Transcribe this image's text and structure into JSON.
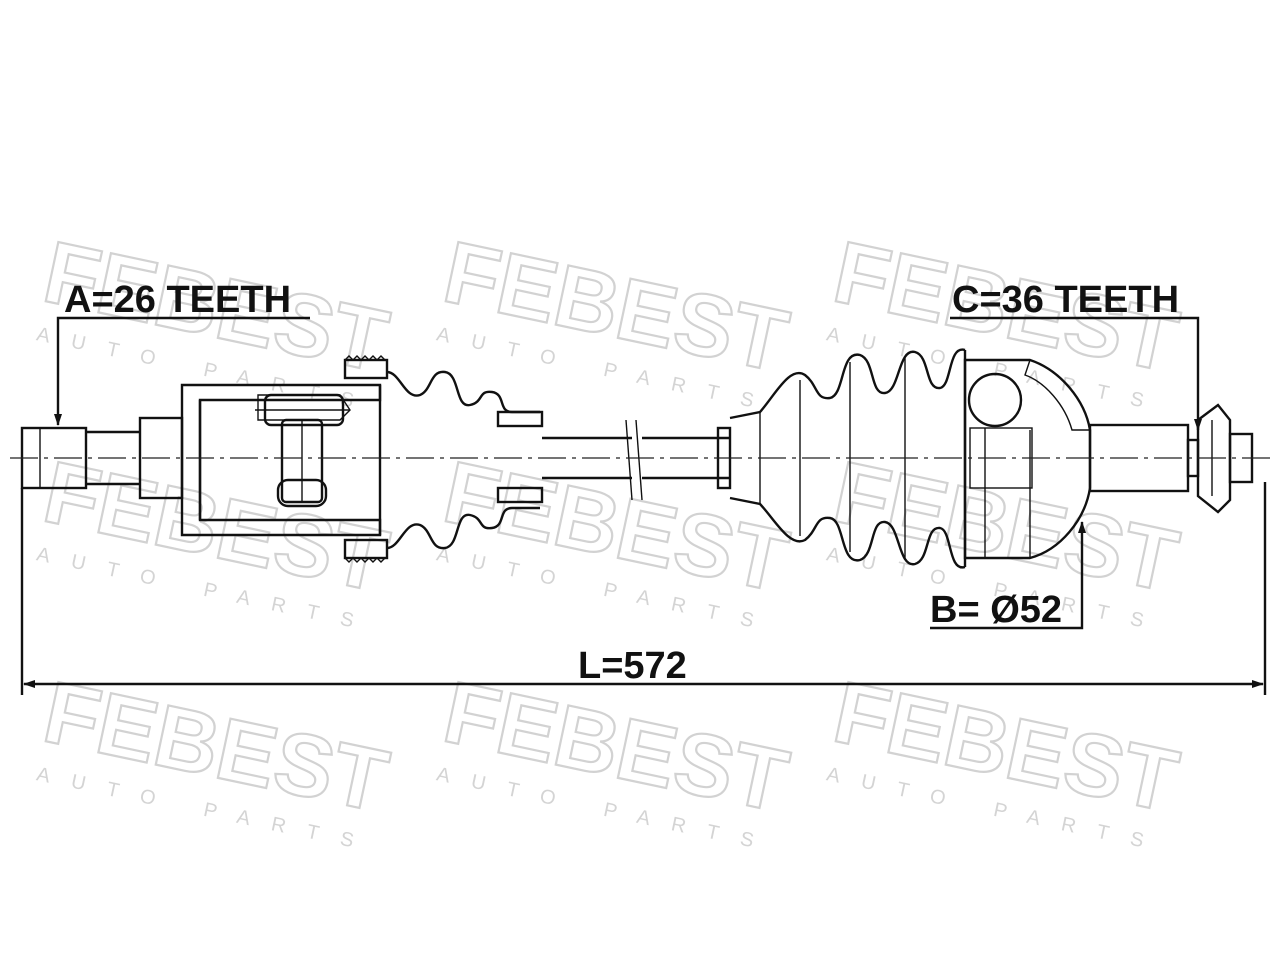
{
  "labels": {
    "a": "A=26 TEETH",
    "c": "C=36 TEETH",
    "b": "B= Ø52",
    "l": "L=572"
  },
  "watermark": {
    "brand": "FEBEST",
    "sub": "AUTO PARTS"
  },
  "colors": {
    "line": "#111111",
    "watermark": "#d2d2d2",
    "background": "#ffffff"
  }
}
